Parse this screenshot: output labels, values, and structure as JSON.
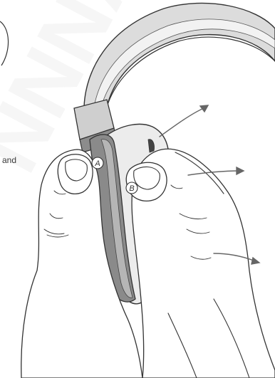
{
  "diagram": {
    "side_text": "and",
    "callouts": [
      {
        "id": "A",
        "label": "A"
      },
      {
        "id": "B",
        "label": "B"
      }
    ],
    "watermark": "NNNA",
    "arrow_count": 3,
    "colors": {
      "line": "#333333",
      "headband": "#d9d9d9",
      "headband_inner": "#bfbfbf",
      "earcup_outer": "#ededed",
      "cushion_dark": "#7a7a7a",
      "cushion_mid": "#9e9e9e",
      "slider": "#8c8c8c",
      "arrow": "#666666",
      "skin": "#ffffff"
    }
  }
}
